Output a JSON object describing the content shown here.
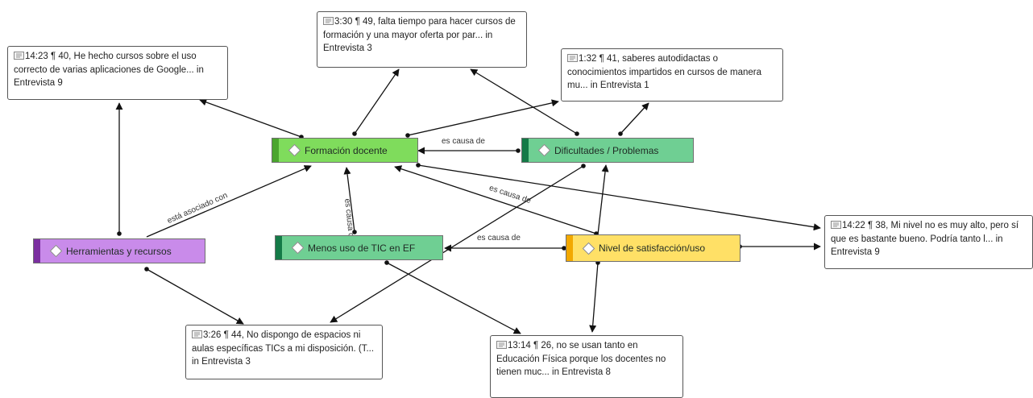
{
  "colors": {
    "formacion": "#7fdc5c",
    "formacion_bar": "#4aa52e",
    "dificultades": "#6fcf93",
    "dificultades_bar": "#147a47",
    "menos_uso": "#6fcf93",
    "menos_uso_bar": "#147a47",
    "herramientas": "#c98bea",
    "herramientas_bar": "#7b2fa0",
    "nivel": "#ffe066",
    "nivel_bar": "#f2a800"
  },
  "icons": {
    "quote": "quote-document-icon",
    "code": "code-diamond-icon"
  },
  "codes": {
    "formacion": "Formación docente",
    "dificultades": "Dificultades / Problemas",
    "menos_uso": "Menos uso de TIC en EF",
    "herramientas": "Herramientas y recursos",
    "nivel": "Nivel de satisfacción/uso"
  },
  "quotes": {
    "q1": "14:23 ¶ 40, He hecho cursos sobre el uso correcto de varias aplicaciones de Google... in Entrevista 9",
    "q2": "3:30 ¶ 49, falta tiempo para hacer cursos de formación y una mayor oferta por par... in Entrevista 3",
    "q3": "1:32 ¶ 41, saberes autodidactas o conocimientos impartidos en cursos de manera mu... in Entrevista 1",
    "q4": "14:22 ¶ 38, Mi nivel no es muy alto, pero sí que es bastante bueno. Podría tanto l... in Entrevista 9",
    "q5": "3:26 ¶ 44, No dispongo de espacios ni aulas específicas TICs a mi disposición. (T... in Entrevista 3",
    "q6": "13:14 ¶ 26, no se usan tanto en Educación Física porque los docentes no tienen muc... in Entrevista 8"
  },
  "relations": {
    "es_causa_1": "es causa de",
    "es_causa_2": "es causa de",
    "es_causa_3": "es causa de",
    "es_causa_4": "es causa de",
    "esta_asociado": "está asociado con"
  }
}
